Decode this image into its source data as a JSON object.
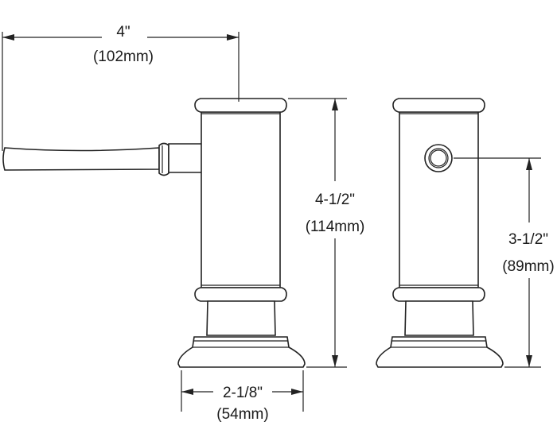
{
  "dimensions": {
    "lever_reach": {
      "imperial": "4\"",
      "metric": "(102mm)"
    },
    "overall_height": {
      "imperial": "4-1/2\"",
      "metric": "(114mm)"
    },
    "handle_height": {
      "imperial": "3-1/2\"",
      "metric": "(89mm)"
    },
    "base_diameter": {
      "imperial": "2-1/8\"",
      "metric": "(54mm)"
    }
  }
}
